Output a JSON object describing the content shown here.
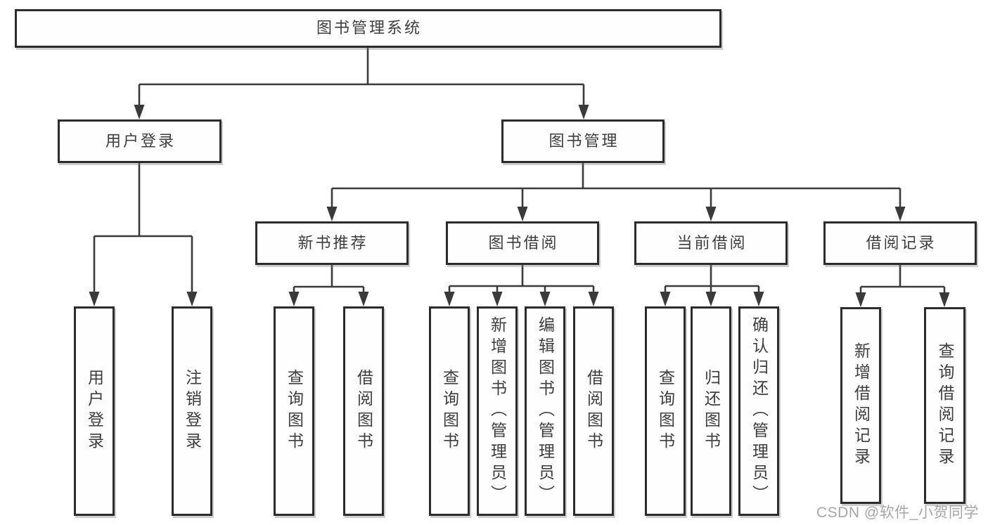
{
  "tree": {
    "root": {
      "label": "图书管理系统"
    },
    "user_login": {
      "label": "用户登录",
      "children": [
        {
          "label": "用户登录"
        },
        {
          "label": "注销登录"
        }
      ]
    },
    "book_management": {
      "label": "图书管理",
      "sections": [
        {
          "label": "新书推荐",
          "children": [
            {
              "label": "查询图书"
            },
            {
              "label": "借阅图书"
            }
          ]
        },
        {
          "label": "图书借阅",
          "children": [
            {
              "label": "查询图书"
            },
            {
              "label": "新增图书（管理员）"
            },
            {
              "label": "编辑图书（管理员）"
            },
            {
              "label": "借阅图书"
            }
          ]
        },
        {
          "label": "当前借阅",
          "children": [
            {
              "label": "查询图书"
            },
            {
              "label": "归还图书"
            },
            {
              "label": "确认归还（管理员）"
            }
          ]
        },
        {
          "label": "借阅记录",
          "children": [
            {
              "label": "新增借阅记录"
            },
            {
              "label": "查询借阅记录"
            }
          ]
        }
      ]
    }
  },
  "watermark": "CSDN @软件_小贺同学",
  "colors": {
    "background": "#ffffff",
    "box_fill": "#fefefe",
    "box_border": "#2c2c2c",
    "line": "#3a3a3a",
    "text": "#3d3d3d",
    "watermark": "#a6a6a6"
  }
}
